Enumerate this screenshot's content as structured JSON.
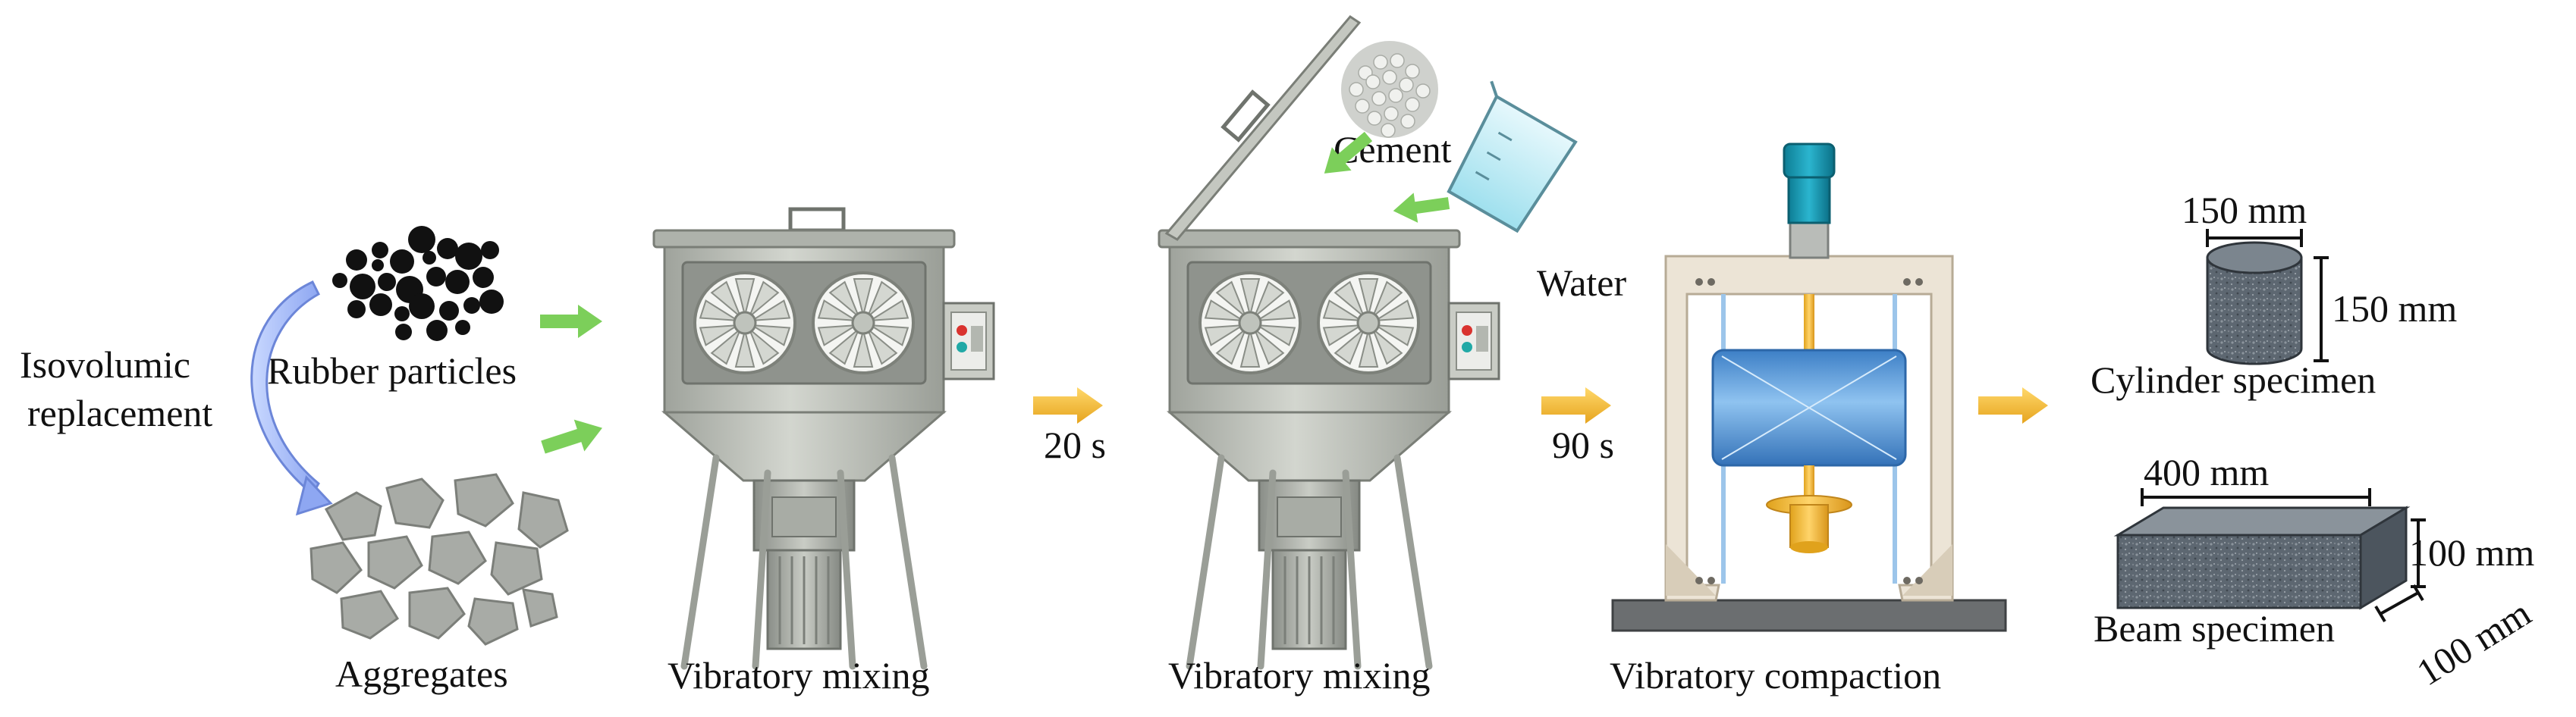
{
  "labels": {
    "isovolumic_line1": "Isovolumic",
    "isovolumic_line2": "replacement",
    "rubber_particles": "Rubber particles",
    "aggregates": "Aggregates",
    "mixing_1": "Vibratory mixing",
    "mixing_2": "Vibratory mixing",
    "time_1": "20 s",
    "time_2": "90 s",
    "cement": "Cement",
    "water": "Water",
    "compaction": "Vibratory compaction",
    "cylinder_specimen": "Cylinder specimen",
    "cylinder_diameter": "150 mm",
    "cylinder_height": "150 mm",
    "beam_specimen": "Beam specimen",
    "beam_length": "400 mm",
    "beam_height": "100 mm",
    "beam_width": "100 mm"
  },
  "colors": {
    "flow_arrow": "#f2b92a",
    "feed_arrow": "#7ccf5a",
    "mixer_body": "#b9bdb6",
    "mixer_dark": "#8e938b",
    "compactor_drum": "#4f93d6",
    "frame": "#ece4d6",
    "specimen": "#5c6670"
  }
}
